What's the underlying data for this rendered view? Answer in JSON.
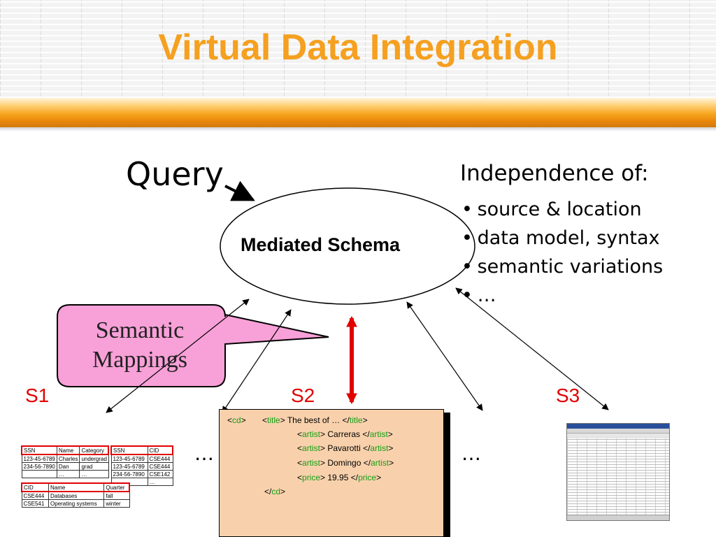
{
  "title": "Virtual Data Integration",
  "query_label": "Query",
  "mediated_schema_label": "Mediated Schema",
  "semantic_mappings": [
    "Semantic",
    "Mappings"
  ],
  "independence": {
    "heading": "Independence of:",
    "items": [
      "source & location",
      "data model, syntax",
      "semantic variations",
      "…"
    ]
  },
  "sources": {
    "s1": "S1",
    "s2": "S2",
    "s3": "S3"
  },
  "ellipsis": "…",
  "ellipsis_right": "…",
  "tables": {
    "students": {
      "headers": [
        "SSN",
        "Name",
        "Category"
      ],
      "rows": [
        [
          "123-45-6789",
          "Charles",
          "undergrad"
        ],
        [
          "234-56-7890",
          "Dan",
          "grad"
        ],
        [
          "",
          "…",
          "…"
        ]
      ]
    },
    "enrollment": {
      "headers": [
        "SSN",
        "CID"
      ],
      "rows": [
        [
          "123-45-6789",
          "CSE444"
        ],
        [
          "123-45-6789",
          "CSE444"
        ],
        [
          "234-56-7890",
          "CSE142"
        ],
        [
          "",
          "…"
        ]
      ]
    },
    "courses": {
      "headers": [
        "CID",
        "Name",
        "Quarter"
      ],
      "rows": [
        [
          "CSE444",
          "Databases",
          "fall"
        ],
        [
          "CSE541",
          "Operating systems",
          "winter"
        ]
      ]
    }
  },
  "xml": [
    {
      "segments": [
        {
          "t": "<",
          "c": "txt"
        },
        {
          "t": "cd",
          "c": "tag"
        },
        {
          "t": ">",
          "c": "txt"
        }
      ]
    },
    {
      "segments": [
        {
          "t": "<",
          "c": "txt"
        },
        {
          "t": "title",
          "c": "tag"
        },
        {
          "t": "> The best of … </",
          "c": "txt"
        },
        {
          "t": "title",
          "c": "tag"
        },
        {
          "t": ">",
          "c": "txt"
        }
      ]
    },
    {
      "segments": [
        {
          "t": "<",
          "c": "txt"
        },
        {
          "t": "artist",
          "c": "tag"
        },
        {
          "t": "> Carreras  </",
          "c": "txt"
        },
        {
          "t": "artist",
          "c": "tag"
        },
        {
          "t": ">",
          "c": "txt"
        }
      ]
    },
    {
      "segments": [
        {
          "t": "<",
          "c": "txt"
        },
        {
          "t": "artist",
          "c": "tag"
        },
        {
          "t": "> Pavarotti  </",
          "c": "txt"
        },
        {
          "t": "artist",
          "c": "tag"
        },
        {
          "t": ">",
          "c": "txt"
        }
      ]
    },
    {
      "segments": [
        {
          "t": "<",
          "c": "txt"
        },
        {
          "t": "artist",
          "c": "tag"
        },
        {
          "t": "> Domingo  </",
          "c": "txt"
        },
        {
          "t": "artist",
          "c": "tag"
        },
        {
          "t": ">",
          "c": "txt"
        }
      ]
    },
    {
      "segments": [
        {
          "t": "<",
          "c": "txt"
        },
        {
          "t": "price",
          "c": "tag"
        },
        {
          "t": "> 19.95        </",
          "c": "txt"
        },
        {
          "t": "price",
          "c": "tag"
        },
        {
          "t": ">",
          "c": "txt"
        }
      ]
    },
    {
      "segments": [
        {
          "t": "</",
          "c": "txt"
        },
        {
          "t": "cd",
          "c": "tag"
        },
        {
          "t": ">",
          "c": "txt"
        }
      ]
    }
  ],
  "colors": {
    "title": "#f5a020",
    "source_label": "#e00000",
    "callout_fill": "#f8a0d8",
    "xml_tag": "#14a014",
    "xml_box": "#f8d1ac",
    "double_arrow": "#e00000"
  }
}
